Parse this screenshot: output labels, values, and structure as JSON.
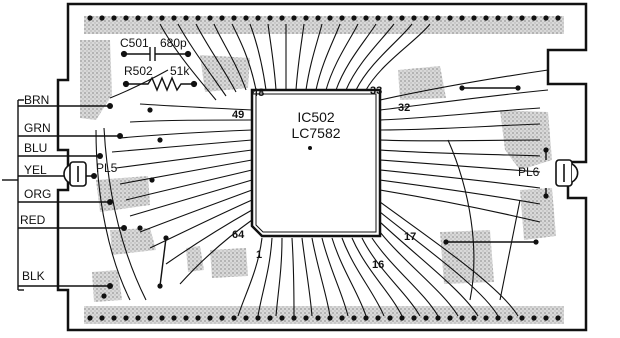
{
  "board": {
    "ic": {
      "ref": "IC502",
      "part": "LC7582"
    },
    "pins": {
      "p1": "1",
      "p16": "16",
      "p17": "17",
      "p32": "32",
      "p33": "33",
      "p48": "48",
      "p49": "49",
      "p64": "64"
    },
    "capacitor": {
      "ref": "C501",
      "value": "680p"
    },
    "resistor": {
      "ref": "R502",
      "value": "51k"
    },
    "connectors": {
      "left": "PL5",
      "right": "PL6"
    },
    "wires": [
      "BRN",
      "GRN",
      "BLU",
      "YEL",
      "ORG",
      "RED",
      "BLK"
    ]
  },
  "colors": {
    "ink": "#111111",
    "board": "#ffffff",
    "shade": "#bdbdbd"
  }
}
